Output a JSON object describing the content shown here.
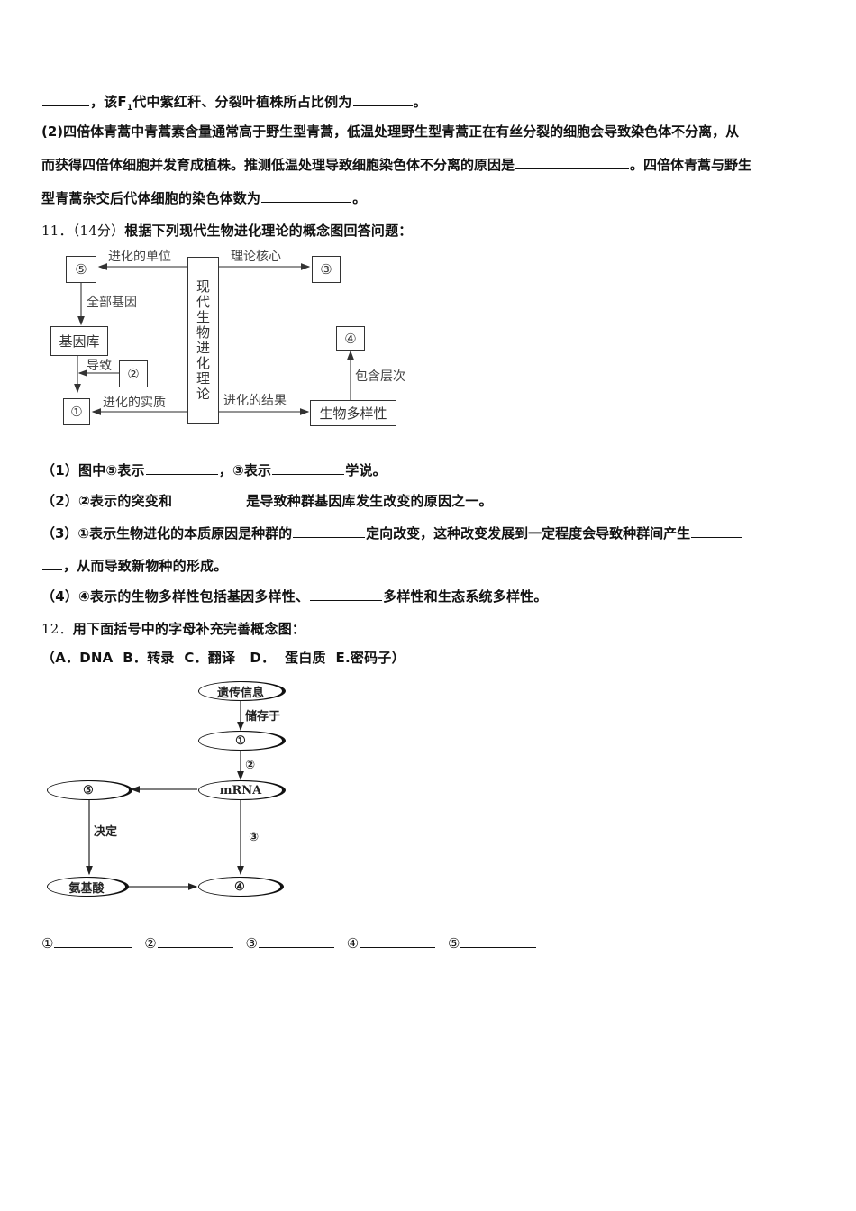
{
  "q10_continuation": {
    "line1": {
      "before": "，该F",
      "sub": "1",
      "after": "代中紫红秆、分裂叶植株所占比例为",
      "end": "。"
    },
    "part2": {
      "line1": "(2)四倍体青蒿中青蒿素含量通常高于野生型青蒿，低温处理野生型青蒿正在有丝分裂的细胞会导致染色体不分离，从",
      "line2_before": "而获得四倍体细胞并发育成植株。推测低温处理导致细胞染色体不分离的原因是",
      "line2_after": "。四倍体青蒿与野生",
      "line3_before": "型青蒿杂交后代体细胞的染色体数为",
      "line3_after": "。"
    }
  },
  "q11": {
    "number": "11．（14分）",
    "prompt": "根据下列现代生物进化理论的概念图回答问题：",
    "diagram": {
      "center": "现代生物进化理论",
      "boxes": {
        "five": "⑤",
        "three": "③",
        "gene_pool": "基因库",
        "two": "②",
        "one": "①",
        "four": "④",
        "biodiversity": "生物多样性"
      },
      "labels": {
        "unit": "进化的单位",
        "core": "理论核心",
        "all_genes": "全部基因",
        "cause": "导致",
        "essence": "进化的实质",
        "result": "进化的结果",
        "levels": "包含层次"
      }
    },
    "sub_questions": [
      {
        "before": "（1）图中⑤表示",
        "mid": "，③表示",
        "after": "学说。"
      },
      {
        "before": "（2）②表示的突变和",
        "after": "是导致种群基因库发生改变的原因之一。"
      },
      {
        "before": "（3）①表示生物进化的本质原因是种群的",
        "mid": "定向改变，这种改变发展到一定程度会导致种群间产生",
        "cont": "，从而导致新物种的形成。"
      },
      {
        "before": "（4）④表示的生物多样性包括基因多样性、",
        "after": "多样性和生态系统多样性。"
      }
    ]
  },
  "q12": {
    "number": "12．",
    "prompt": "用下面括号中的字母补充完善概念图：",
    "options": "（A．DNA  B．转录  C．翻译   D．  蛋白质  E.密码子）",
    "diagram": {
      "nodes": {
        "genetic_info": "遗传信息",
        "one": "①",
        "mrna": "mRNA",
        "five": "⑤",
        "amino_acid": "氨基酸",
        "four": "④"
      },
      "labels": {
        "stored_in": "储存于",
        "two": "②",
        "three": "③",
        "determines": "决定"
      }
    },
    "answers": [
      "①",
      "②",
      "③",
      "④",
      "⑤"
    ]
  }
}
